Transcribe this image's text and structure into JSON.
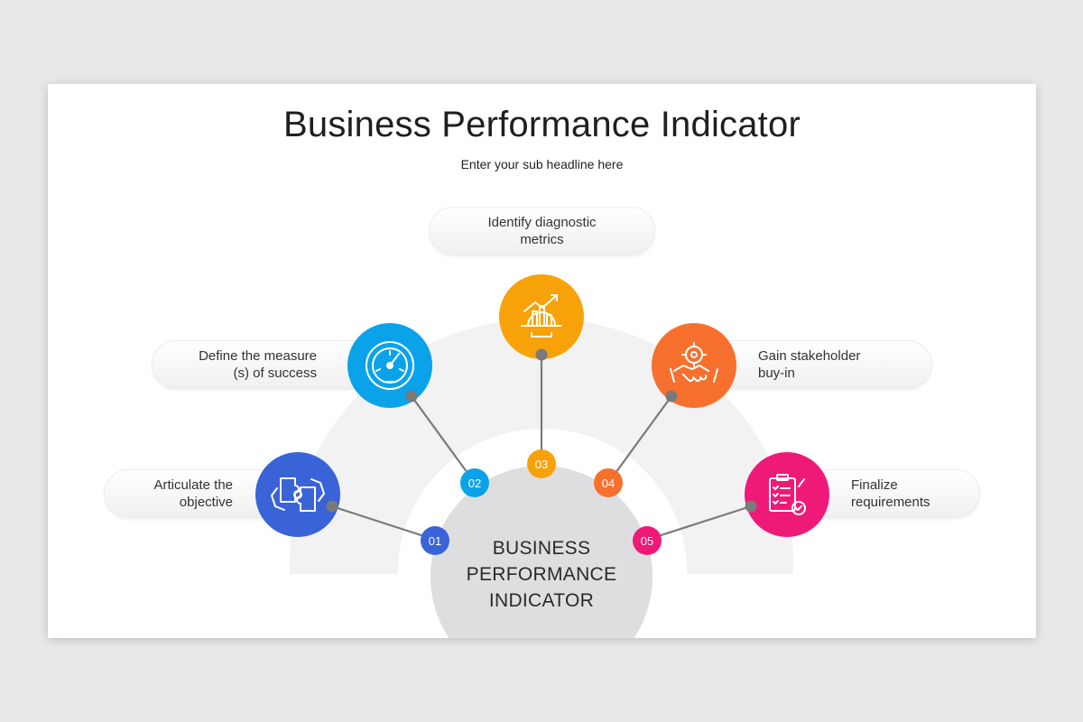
{
  "slide": {
    "title": "Business Performance Indicator",
    "subtitle": "Enter your sub headline here",
    "center": {
      "line1": "BUSINESS",
      "line2": "PERFORMANCE",
      "line3": "INDICATOR"
    }
  },
  "steps": [
    {
      "number": "01",
      "line1": "Articulate the",
      "line2": "objective",
      "icon": "puzzle-hands-icon",
      "color": "#3a63d8"
    },
    {
      "number": "02",
      "line1": "Define the measure",
      "line2": "(s) of success",
      "icon": "speedometer-icon",
      "color": "#0aa3ea"
    },
    {
      "number": "03",
      "line1": "Identify diagnostic",
      "line2": "metrics",
      "icon": "chart-gear-icon",
      "color": "#f7a208"
    },
    {
      "number": "04",
      "line1": "Gain stakeholder",
      "line2": "buy-in",
      "icon": "handshake-gear-icon",
      "color": "#f7702e"
    },
    {
      "number": "05",
      "line1": "Finalize",
      "line2": "requirements",
      "icon": "clipboard-checklist-icon",
      "color": "#ef1a78"
    }
  ],
  "colors": {
    "outer_arc": "#f2f2f3",
    "center_circle": "#dedee1",
    "connector": "#7a7a7a"
  }
}
